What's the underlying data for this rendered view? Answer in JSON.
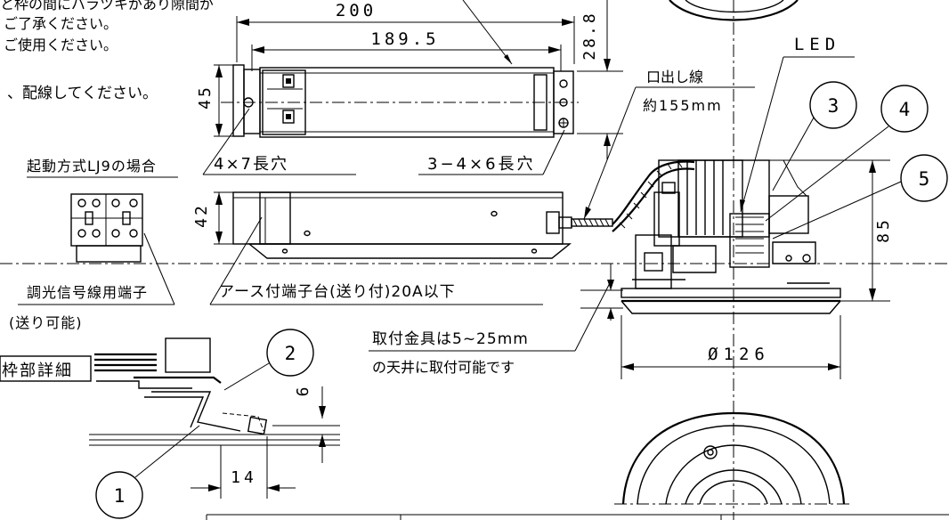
{
  "notes": {
    "line1": "と枠の間にバラツキがあり隙間が",
    "line2": "ご了承ください。",
    "line3": "ご使用ください。",
    "line4": "、配線してください。"
  },
  "dims": {
    "overall_length": "200",
    "body_length": "189.5",
    "height_28": "28.8",
    "width_45": "45",
    "height_42": "42",
    "height_85": "85",
    "diameter": "Ø126",
    "dim_6": "6",
    "dim_14": "14"
  },
  "labels": {
    "slot_4x7": "4×7長穴",
    "slot_3_4x6": "3−4×6長穴",
    "lead_wire_title": "口出し線",
    "lead_wire_length": "約155mm",
    "led": "LED",
    "lj9_case": "起動方式LJ9の場合",
    "dimming_terminal": "調光信号線用端子",
    "dimming_terminal_note": "(送り可能)",
    "earth_terminal": "アース付端子台(送り付)20A以下",
    "mount_bracket_1": "取付金具は5~25mm",
    "mount_bracket_2": "の天井に取付可能です",
    "frame_detail": "枠部詳細"
  },
  "callouts": {
    "c1": "1",
    "c2": "2",
    "c3": "3",
    "c4": "4",
    "c5": "5"
  }
}
